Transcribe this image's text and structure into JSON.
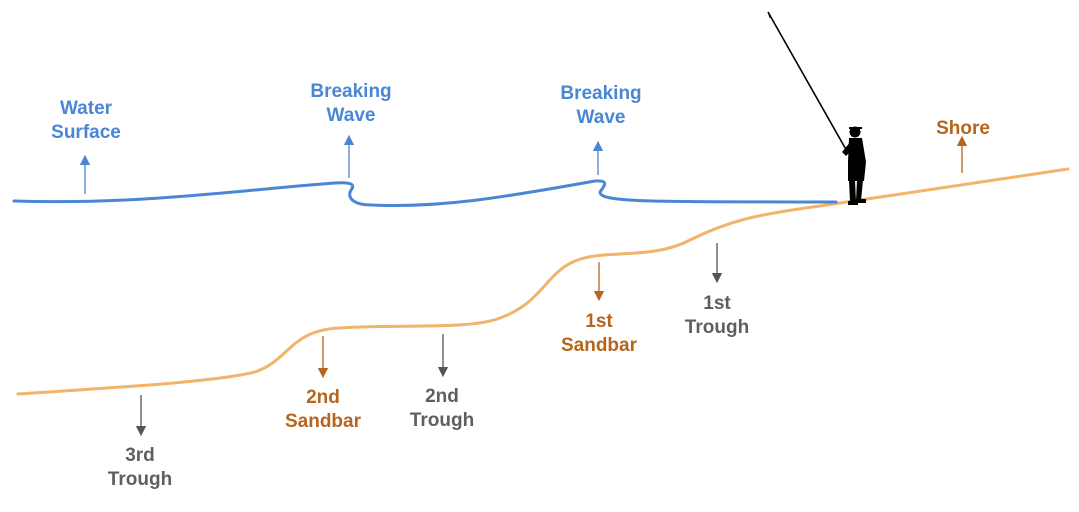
{
  "labels": {
    "water_surface": [
      "Water",
      "Surface"
    ],
    "breaking_wave_1": [
      "Breaking",
      "Wave"
    ],
    "breaking_wave_2": [
      "Breaking",
      "Wave"
    ],
    "shore": [
      "Shore"
    ],
    "sandbar_1": [
      "1st",
      "Sandbar"
    ],
    "sandbar_2": [
      "2nd",
      "Sandbar"
    ],
    "trough_1": [
      "1st",
      "Trough"
    ],
    "trough_2": [
      "2nd",
      "Trough"
    ],
    "trough_3": [
      "3rd",
      "Trough"
    ]
  },
  "colors": {
    "water": "#4a86d4",
    "sand_line": "#f2b36a",
    "sand_text": "#b5651d",
    "trough_text": "#5f5f5f",
    "arrow_gray": "#555555",
    "silhouette": "#000000"
  },
  "icons": {
    "angler": "fisherman-silhouette-icon"
  }
}
